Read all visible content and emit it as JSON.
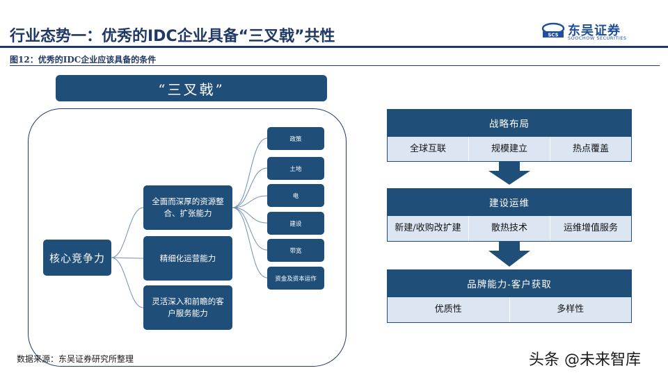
{
  "header": {
    "title": "行业态势一：优秀的IDC企业具备“三叉戟”共性",
    "logo_cn": "东吴证券",
    "logo_en": "SOOCHOW SECURITIES"
  },
  "figure": {
    "caption": "图12：优秀的IDC企业应该具备的条件"
  },
  "diagram": {
    "title": "“三叉戟”",
    "core": "核心竞争力",
    "capabilities": [
      "全面而深厚的资源整合、扩张能力",
      "精细化运营能力",
      "灵活深入和前瞻的客户服务能力"
    ],
    "resources": [
      "政策",
      "土地",
      "电",
      "建设",
      "带宽",
      "资金及资本运作"
    ]
  },
  "pipeline": [
    {
      "title": "战略布局",
      "items": [
        "全球互联",
        "规模建立",
        "热点覆盖"
      ]
    },
    {
      "title": "建设运维",
      "items": [
        "新建/收购改扩建",
        "散热技术",
        "运维增值服务"
      ]
    },
    {
      "title": "品牌能力-客户获取",
      "items": [
        "优质性",
        "多样性"
      ]
    }
  ],
  "footer": {
    "source": "数据来源：东吴证券研究所整理",
    "watermark": "头条 @未来智库"
  },
  "colors": {
    "navy": "#1f4e79",
    "title": "#1f3864",
    "light_cell": "#dce6f2"
  }
}
